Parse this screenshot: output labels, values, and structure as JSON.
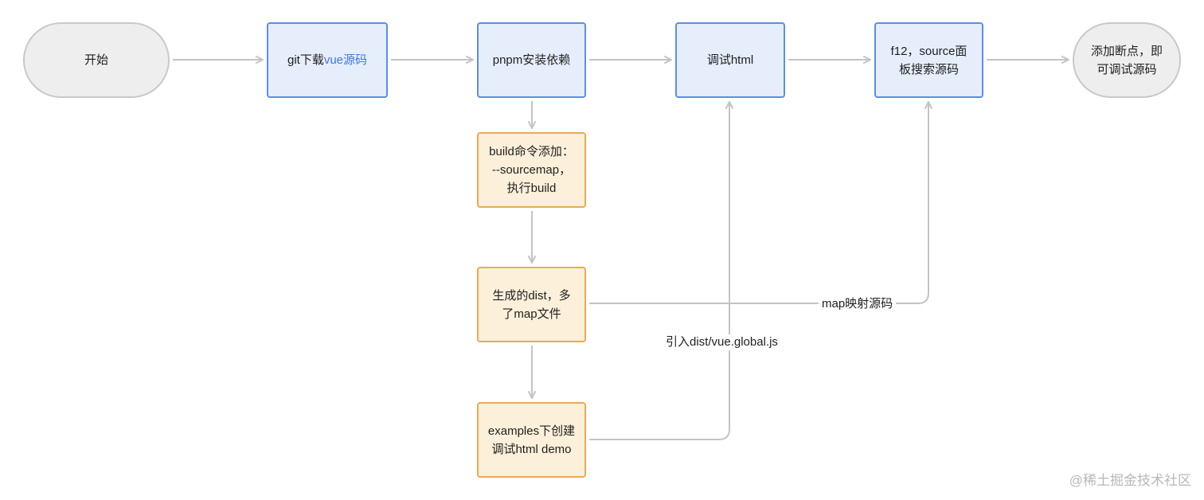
{
  "nodes": {
    "start": {
      "text": "开始"
    },
    "git_download": {
      "prefix": "git下载",
      "highlight": "vue源码"
    },
    "pnpm_install": {
      "text": "pnpm安装依赖"
    },
    "debug_html": {
      "text": "调试html"
    },
    "f12_source": {
      "text": "f12，source面\n板搜索源码"
    },
    "add_breakpoint": {
      "text": "添加断点，即\n可调试源码"
    },
    "build_command": {
      "text": "build命令添加：\n--sourcemap，\n执行build"
    },
    "generated_dist": {
      "text": "生成的dist，多\n了map文件"
    },
    "examples_demo": {
      "text": "examples下创建\n调试html demo"
    }
  },
  "edge_labels": {
    "map_mapping": "map映射源码",
    "import_dist": "引入dist/vue.global.js"
  },
  "colors": {
    "edge": "#c4c4c4",
    "terminal_fill": "#eeeeee",
    "terminal_border": "#c9c9c9",
    "process_fill": "#e6eefc",
    "process_border": "#5b8ee6",
    "build_fill": "#fdf0da",
    "build_border": "#f0a94c",
    "highlight_text": "#3f78de"
  },
  "watermark": "@稀土掘金技术社区"
}
